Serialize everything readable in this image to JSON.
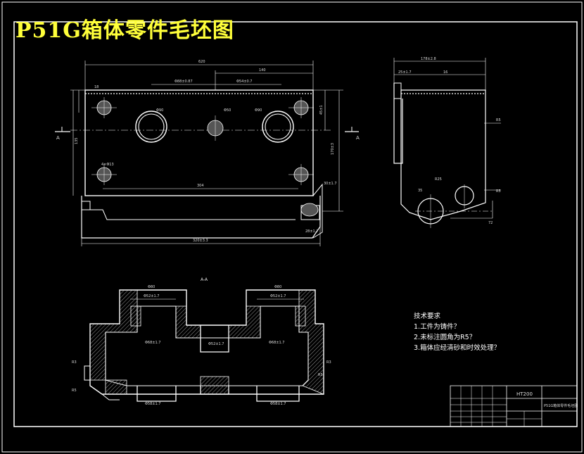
{
  "title": "P51G箱体零件毛坯图",
  "section_label": "A-A",
  "section_markers": {
    "left": "A",
    "right": "A"
  },
  "tech_requirements": {
    "heading": "技术要求",
    "items": [
      "1.工件为铸件？",
      "2.未标注圆角为R5？",
      "3.箱体应经清砂和时效处理？"
    ]
  },
  "title_block": {
    "code": "HT200",
    "name": "P51G箱体零件毛坯图"
  },
  "front_view_dims": {
    "overall_width": "620",
    "span_140": "140",
    "bore_left": "Φ88±0.87",
    "bore_mid": "Φ54±0.7",
    "dia_left_big": "Φ90",
    "dia_mid": "Φ50",
    "dia_right_big": "Φ90",
    "left_18": "18",
    "left_hole": "4×Φ13",
    "bottom_304": "304",
    "right_height": "170±3",
    "right_upper": "45±1",
    "bottom_overall": "320±3.3",
    "right_base": "30±1.7",
    "base_right": "28±1.7",
    "left_dim": "135"
  },
  "side_view_dims": {
    "top": "178±2.8",
    "left_top": "25±1.7",
    "r_top": "R5",
    "r_bot": "R5",
    "r_mid": "R25",
    "dim_35": "35",
    "dim_72": "72",
    "dim_16": "16"
  },
  "section_dims": {
    "top_left": "Φ80",
    "top_right": "Φ80",
    "bore_left_top": "Φ52±1.7",
    "bore_right_top": "Φ52±1.7",
    "mid_left": "Φ68±1.7",
    "mid_center": "Φ52±1.7",
    "mid_right": "Φ68±1.7",
    "bot_left": "Φ58±1.7",
    "bot_right": "Φ58±1.7",
    "left_r": "R3",
    "right_r": "R3",
    "left_r2": "R5",
    "right_r2": "R5"
  }
}
